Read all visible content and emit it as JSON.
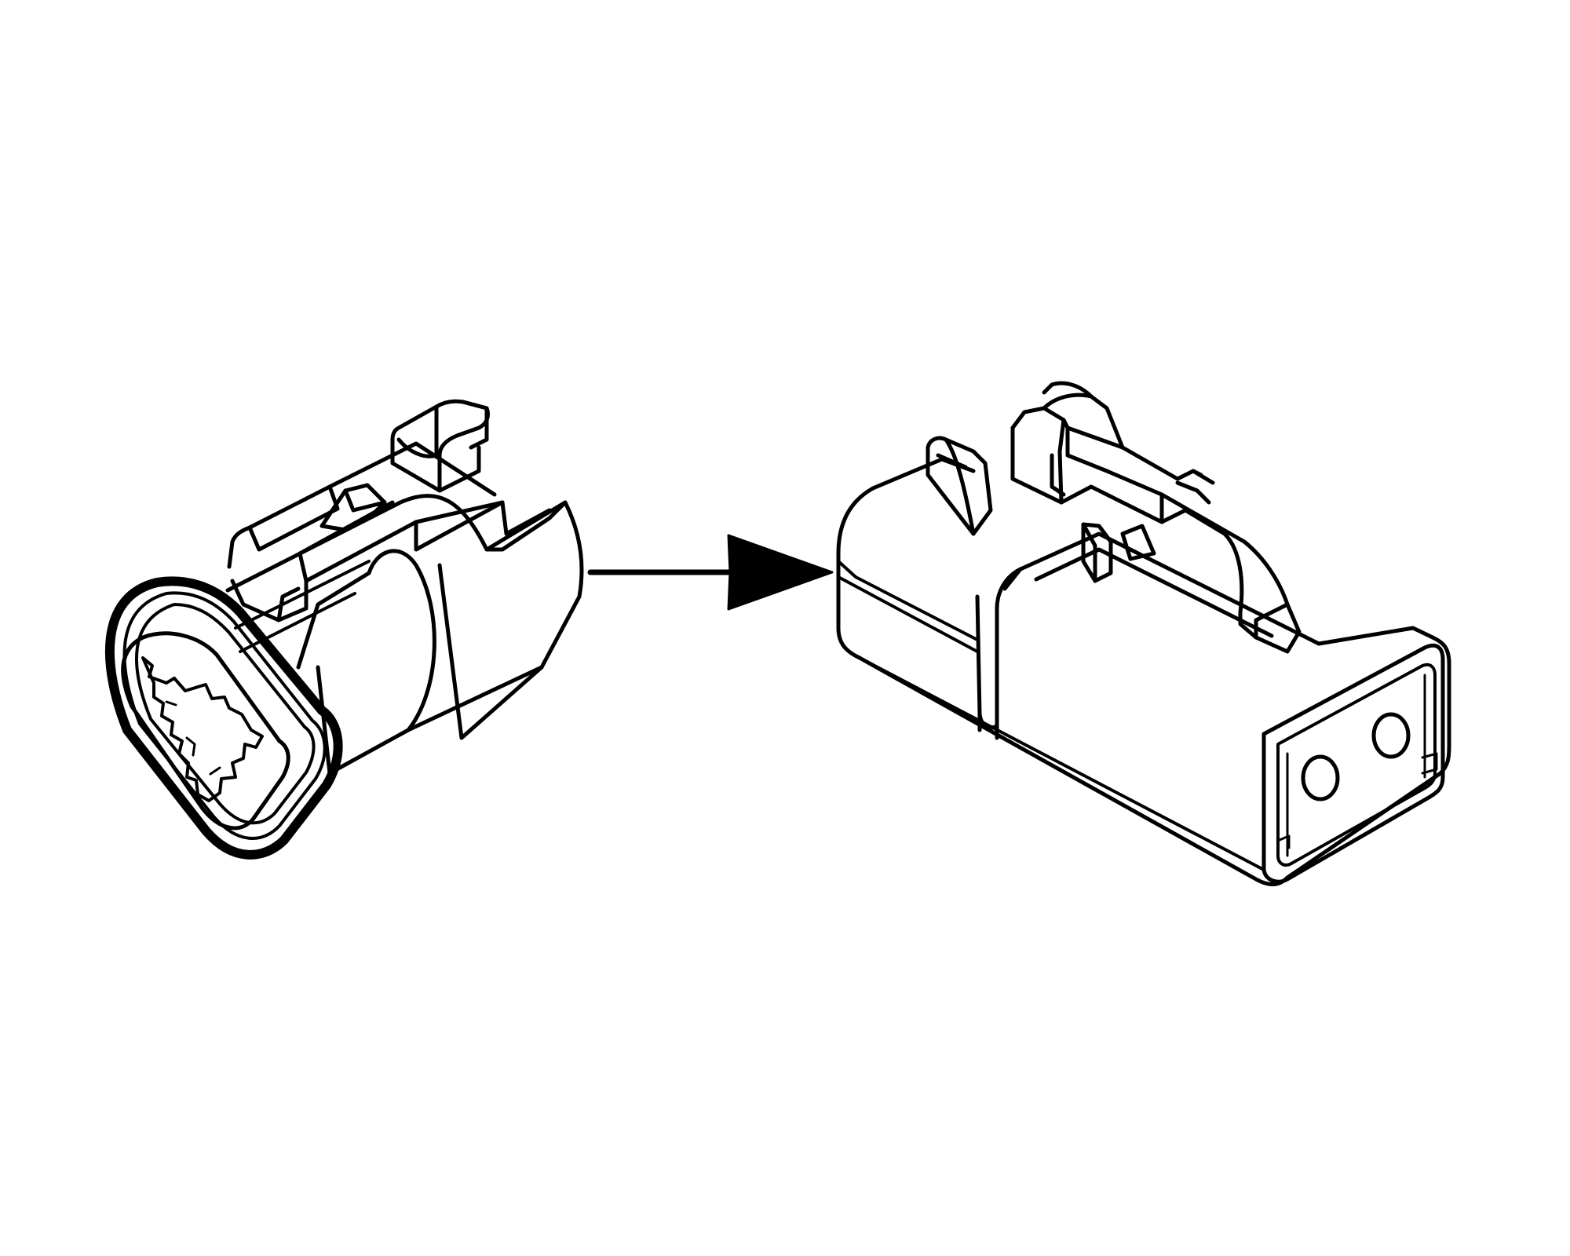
{
  "diagram": {
    "background_color": "#ffffff",
    "line_color": "#000000",
    "components": [
      {
        "id": "left",
        "description_icon": "three-pin-connector-icon"
      },
      {
        "id": "right",
        "description_icon": "two-pin-connector-icon"
      }
    ],
    "connector": {
      "direction": "left-to-right",
      "icon": "arrow-right-icon"
    }
  }
}
